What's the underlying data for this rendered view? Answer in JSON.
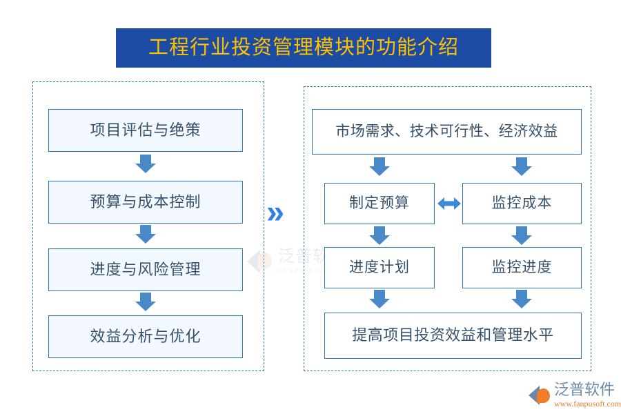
{
  "title": {
    "text": "工程行业投资管理模块的功能介绍",
    "banner_color": "#1b4ba3",
    "text_color": "#ffc000"
  },
  "separator": {
    "glyph": "»",
    "color": "#2f7fe8"
  },
  "left_panel": {
    "steps": [
      {
        "label": "项目评估与绝策"
      },
      {
        "label": "预算与成本控制"
      },
      {
        "label": "进度与风险管理"
      },
      {
        "label": "效益分析与优化"
      }
    ]
  },
  "right_panel": {
    "top_box": {
      "label": "市场需求、技术可行性、经济效益"
    },
    "middle_row": [
      {
        "label": "制定预算"
      },
      {
        "label": "监控成本"
      }
    ],
    "third_row": [
      {
        "label": "进度计划"
      },
      {
        "label": "监控进度"
      }
    ],
    "bottom_box": {
      "label": "提高项目投资效益和管理水平"
    }
  },
  "watermark": {
    "cn": "泛普软件",
    "en": "FANPU SOFTWARE"
  },
  "logo": {
    "cn": "泛普软件",
    "url": "www.fanpusoft.com",
    "accent_color": "#f07d2a"
  },
  "colors": {
    "box_border": "#2e75b6",
    "box_fill_light": "#f2f8fd",
    "box_fill_white": "#ffffff",
    "arrow": "#4a89c8",
    "panel_border": "#2f6fb5",
    "text": "#36506b"
  }
}
